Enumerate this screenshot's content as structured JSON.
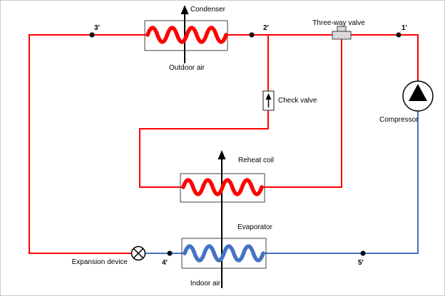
{
  "labels": {
    "condenser": "Condenser",
    "outdoor_air": "Outdoor air",
    "three_way_valve": "Three-way valve",
    "check_valve": "Check valve",
    "compressor": "Compressor",
    "reheat_coil": "Reheat coil",
    "evaporator": "Evaporator",
    "expansion_device": "Expansion device",
    "indoor_air": "Indoor air"
  },
  "points": {
    "p1": "1'",
    "p2": "2'",
    "p3": "3'",
    "p4": "4'",
    "p5": "5'"
  },
  "colors": {
    "hot_line": "#ff0000",
    "cold_line": "#4472c4",
    "component_outline": "#404040",
    "air_arrow": "#000000"
  }
}
